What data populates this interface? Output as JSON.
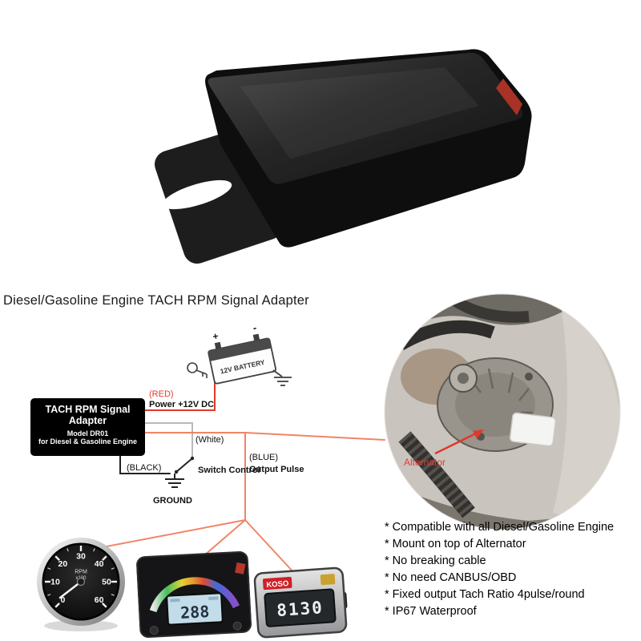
{
  "title": "Diesel/Gasoline Engine TACH RPM Signal Adapter",
  "colors": {
    "wire_red": "#e0392b",
    "wire_orange": "#ef8566",
    "label_red": "#e8392f",
    "koso_red": "#cf2027",
    "adapter_black": "#000000"
  },
  "diagram": {
    "battery": {
      "label": "12V BATTERY",
      "plus": "+",
      "minus": "-"
    },
    "red_label": "(RED)",
    "power_label": "Power +12V DC",
    "adapter": {
      "line1": "TACH RPM Signal",
      "line2": "Adapter",
      "line3": "Model DR01",
      "line4": "for Diesel & Gasoline Engine"
    },
    "white_label": "(White)",
    "switch_label": "Switch Control",
    "black_label": "(BLACK)",
    "ground_label": "GROUND",
    "blue_label": "(BLUE)",
    "output_label": "Output Pulse",
    "alternator_label": "Alternator"
  },
  "gauges": {
    "analog_tach": {
      "ticks": [
        "0",
        "10",
        "20",
        "30",
        "40",
        "50",
        "60"
      ],
      "unit1": "RPM",
      "unit2": "x100"
    },
    "digital_dash": {
      "value": "288"
    },
    "hour_meter": {
      "brand": "KOSO",
      "value": "8130"
    }
  },
  "features": [
    "* Compatible with all Diesel/Gasoline Engine",
    "* Mount on top of Alternator",
    "* No breaking cable",
    "* No need CANBUS/OBD",
    "* Fixed output Tach Ratio 4pulse/round",
    "* IP67 Waterproof"
  ]
}
